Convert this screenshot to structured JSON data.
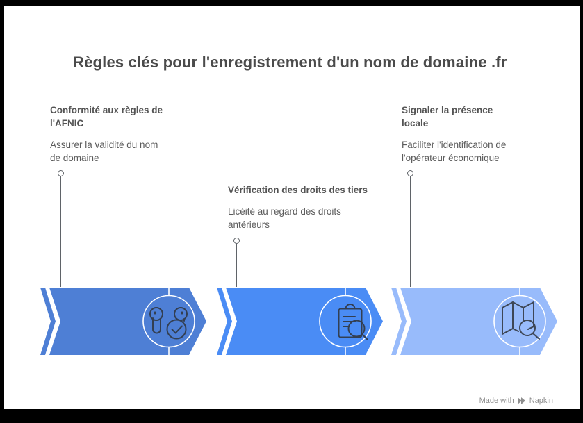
{
  "title": "Règles clés pour l'enregistrement d'un nom de domaine .fr",
  "steps": [
    {
      "heading": "Conformité aux règles de l'AFNIC",
      "heading_lines": [
        "Conformité aux règles de",
        "l'AFNIC"
      ],
      "description": "Assurer la validité du nom de domaine",
      "desc_lines": [
        "Assurer la validité du nom",
        "de domaine"
      ],
      "color": "#4e7fd5",
      "icon": "earbuds-check-icon"
    },
    {
      "heading": "Vérification des droits des tiers",
      "heading_lines": [
        "Vérification des droits des tiers"
      ],
      "description": "Licéité au regard des droits antérieurs",
      "desc_lines": [
        "Licéité au regard des droits",
        "antérieurs"
      ],
      "color": "#4a8cf5",
      "icon": "clipboard-search-icon"
    },
    {
      "heading": "Signaler la présence locale",
      "heading_lines": [
        "Signaler la présence",
        "locale"
      ],
      "description": "Faciliter l'identification de l'opérateur économique",
      "desc_lines": [
        "Faciliter l'identification de",
        "l'opérateur économique"
      ],
      "color": "#98bbfb",
      "icon": "map-search-icon"
    }
  ],
  "footer": {
    "made_with": "Made with",
    "brand": "Napkin"
  },
  "colors": {
    "title_text": "#4b4b4b",
    "heading_text": "#545454",
    "body_text": "#5c5c5c",
    "connector": "#5f6368",
    "icon_stroke": "#333f52",
    "chevron_detail_stroke": "#ffffff"
  }
}
